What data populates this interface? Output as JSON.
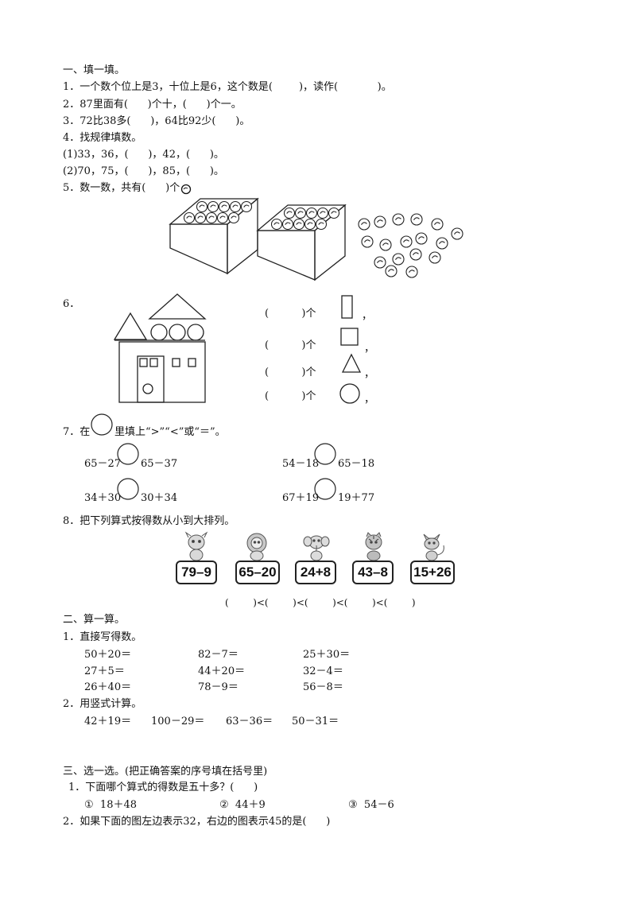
{
  "section1": {
    "title": "一、填一填。",
    "q1": "1．一个数个位上是3，十位上是6，这个数是(        )，读作(            )。",
    "q2": "2．87里面有(      )个十，(      )个一。",
    "q3": "3．72比38多(      )，64比92少(      )。",
    "q4": "4．找规律填数。",
    "q4a": "(1)33，36，(      )，42，(      )。",
    "q4b": "(2)70，75，(      )，85，(      )。",
    "q5": "5．数一数，共有(      )个",
    "q6": "6．",
    "q6_lines": [
      "(          )个",
      "(          )个",
      "(          )个",
      "(          )个"
    ],
    "q6_comma": "，",
    "q7_prefix": "7．在",
    "q7_suffix": "里填上“>”“<”或“＝”。",
    "q7_items": {
      "a_left": "65－27",
      "a_right": "65－37",
      "b_left": "54－18",
      "b_right": "65－18",
      "c_left": "34＋30",
      "c_right": "30＋34",
      "d_left": "67＋19",
      "d_right": "19＋77"
    },
    "q8": "8．把下列算式按得数从小到大排列。",
    "q8_cards": [
      "79–9",
      "65–20",
      "24+8",
      "43–8",
      "15+26"
    ],
    "q8_order": "(        )<(        )<(        )<(        )<(        )"
  },
  "section2": {
    "title": "二、算一算。",
    "q1": "1．直接写得数。",
    "q1_rows": [
      [
        "50＋20＝",
        "82－7＝",
        "25＋30＝"
      ],
      [
        "27＋5＝",
        "44＋20＝",
        "32－4＝"
      ],
      [
        "26＋40＝",
        "78－9＝",
        "56－8＝"
      ]
    ],
    "q2": "2．用竖式计算。",
    "q2_items": [
      "42＋19＝",
      "100－29＝",
      "63－36＝",
      "50－31＝"
    ]
  },
  "section3": {
    "title": "三、选一选。(把正确答案的序号填在括号里)",
    "q1": "1．下面哪个算式的得数是五十多？(      )",
    "q1_options": [
      "①  18＋48",
      "②  44＋9",
      "③  54－6"
    ],
    "q2": "2．如果下面的图左边表示32，右边的图表示45的是(      )"
  }
}
